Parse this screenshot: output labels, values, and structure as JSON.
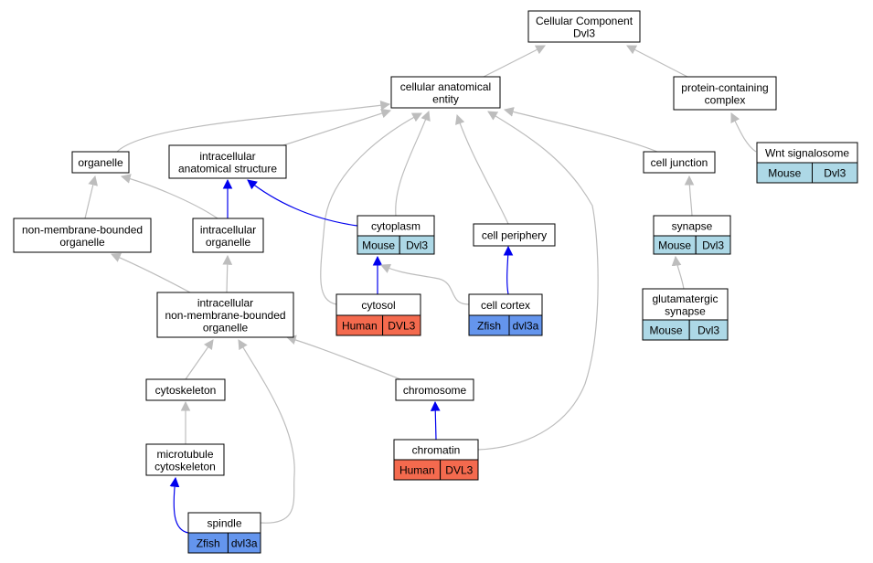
{
  "colors": {
    "gray_edge": "#bdbdbd",
    "blue_edge": "#0000ee",
    "mouse": "#add8e6",
    "human": "#f46a4e",
    "zfish": "#6495ed"
  },
  "nodes": [
    {
      "id": "cc_dvl3",
      "lines": [
        "Cellular Component",
        "Dvl3"
      ],
      "tags": []
    },
    {
      "id": "cae",
      "lines": [
        "cellular anatomical",
        "entity"
      ],
      "tags": []
    },
    {
      "id": "pcc",
      "lines": [
        "protein-containing",
        "complex"
      ],
      "tags": []
    },
    {
      "id": "organelle",
      "lines": [
        "organelle"
      ],
      "tags": []
    },
    {
      "id": "ias",
      "lines": [
        "intracellular",
        "anatomical structure"
      ],
      "tags": []
    },
    {
      "id": "cell_junction",
      "lines": [
        "cell junction"
      ],
      "tags": []
    },
    {
      "id": "wnt",
      "lines": [
        "Wnt signalosome"
      ],
      "tags": [
        {
          "text": "Mouse",
          "color": "mouse"
        },
        {
          "text": "Dvl3",
          "color": "mouse"
        }
      ]
    },
    {
      "id": "nmbo",
      "lines": [
        "non-membrane-bounded",
        "organelle"
      ],
      "tags": []
    },
    {
      "id": "io",
      "lines": [
        "intracellular",
        "organelle"
      ],
      "tags": []
    },
    {
      "id": "cytoplasm",
      "lines": [
        "cytoplasm"
      ],
      "tags": [
        {
          "text": "Mouse",
          "color": "mouse"
        },
        {
          "text": "Dvl3",
          "color": "mouse"
        }
      ]
    },
    {
      "id": "cell_periphery",
      "lines": [
        "cell periphery"
      ],
      "tags": []
    },
    {
      "id": "synapse",
      "lines": [
        "synapse"
      ],
      "tags": [
        {
          "text": "Mouse",
          "color": "mouse"
        },
        {
          "text": "Dvl3",
          "color": "mouse"
        }
      ]
    },
    {
      "id": "inmbo",
      "lines": [
        "intracellular",
        "non-membrane-bounded",
        "organelle"
      ],
      "tags": []
    },
    {
      "id": "cytosol",
      "lines": [
        "cytosol"
      ],
      "tags": [
        {
          "text": "Human",
          "color": "human"
        },
        {
          "text": "DVL3",
          "color": "human"
        }
      ]
    },
    {
      "id": "cell_cortex",
      "lines": [
        "cell cortex"
      ],
      "tags": [
        {
          "text": "Zfish",
          "color": "zfish"
        },
        {
          "text": "dvl3a",
          "color": "zfish"
        }
      ]
    },
    {
      "id": "glut",
      "lines": [
        "glutamatergic",
        "synapse"
      ],
      "tags": [
        {
          "text": "Mouse",
          "color": "mouse"
        },
        {
          "text": "Dvl3",
          "color": "mouse"
        }
      ]
    },
    {
      "id": "cytoskeleton",
      "lines": [
        "cytoskeleton"
      ],
      "tags": []
    },
    {
      "id": "chromosome",
      "lines": [
        "chromosome"
      ],
      "tags": []
    },
    {
      "id": "microtubule",
      "lines": [
        "microtubule",
        "cytoskeleton"
      ],
      "tags": []
    },
    {
      "id": "chromatin",
      "lines": [
        "chromatin"
      ],
      "tags": [
        {
          "text": "Human",
          "color": "human"
        },
        {
          "text": "DVL3",
          "color": "human"
        }
      ]
    },
    {
      "id": "spindle",
      "lines": [
        "spindle"
      ],
      "tags": [
        {
          "text": "Zfish",
          "color": "zfish"
        },
        {
          "text": "dvl3a",
          "color": "zfish"
        }
      ]
    }
  ],
  "edges": [
    {
      "from": "cae",
      "to": "cc_dvl3",
      "color": "gray_edge"
    },
    {
      "from": "pcc",
      "to": "cc_dvl3",
      "color": "gray_edge"
    },
    {
      "from": "organelle",
      "to": "cae",
      "color": "gray_edge"
    },
    {
      "from": "ias",
      "to": "cae",
      "color": "gray_edge"
    },
    {
      "from": "cell_junction",
      "to": "cae",
      "color": "gray_edge"
    },
    {
      "from": "cytoplasm",
      "to": "cae",
      "color": "gray_edge"
    },
    {
      "from": "cell_periphery",
      "to": "cae",
      "color": "gray_edge"
    },
    {
      "from": "cytosol",
      "to": "cae",
      "color": "gray_edge"
    },
    {
      "from": "chromatin",
      "to": "cae",
      "color": "gray_edge"
    },
    {
      "from": "wnt",
      "to": "pcc",
      "color": "gray_edge"
    },
    {
      "from": "nmbo",
      "to": "organelle",
      "color": "gray_edge"
    },
    {
      "from": "io",
      "to": "organelle",
      "color": "gray_edge"
    },
    {
      "from": "io",
      "to": "ias",
      "color": "blue_edge"
    },
    {
      "from": "cytoplasm",
      "to": "ias",
      "color": "blue_edge"
    },
    {
      "from": "synapse",
      "to": "cell_junction",
      "color": "gray_edge"
    },
    {
      "from": "inmbo",
      "to": "nmbo",
      "color": "gray_edge"
    },
    {
      "from": "inmbo",
      "to": "io",
      "color": "gray_edge"
    },
    {
      "from": "cytosol",
      "to": "cytoplasm",
      "color": "blue_edge"
    },
    {
      "from": "cell_cortex",
      "to": "cytoplasm",
      "color": "gray_edge"
    },
    {
      "from": "cell_cortex",
      "to": "cell_periphery",
      "color": "blue_edge"
    },
    {
      "from": "glut",
      "to": "synapse",
      "color": "gray_edge"
    },
    {
      "from": "cytoskeleton",
      "to": "inmbo",
      "color": "gray_edge"
    },
    {
      "from": "chromosome",
      "to": "inmbo",
      "color": "gray_edge"
    },
    {
      "from": "spindle",
      "to": "inmbo",
      "color": "gray_edge"
    },
    {
      "from": "microtubule",
      "to": "cytoskeleton",
      "color": "gray_edge"
    },
    {
      "from": "chromatin",
      "to": "chromosome",
      "color": "blue_edge"
    },
    {
      "from": "spindle",
      "to": "microtubule",
      "color": "blue_edge"
    }
  ]
}
